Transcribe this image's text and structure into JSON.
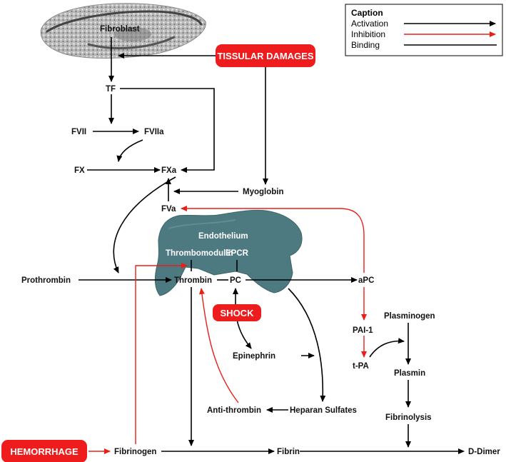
{
  "caption": {
    "title": "Caption",
    "activation": "Activation",
    "inhibition": "Inhibition",
    "binding": "Binding"
  },
  "pills": {
    "tissular_damages": "TISSULAR DAMAGES",
    "shock": "SHOCK",
    "hemorrhage": "HEMORRHAGE"
  },
  "nodes": {
    "fibroblast": "Fibroblast",
    "tf": "TF",
    "fvii": "FVII",
    "fviia": "FVIIa",
    "fx": "FX",
    "fxa": "FXa",
    "myoglobin": "Myoglobin",
    "fva": "FVa",
    "endothelium": "Endothelium",
    "thrombomodulin": "Thrombomodulin",
    "epcr": "EPCR",
    "prothrombin": "Prothrombin",
    "thrombin": "Thrombin",
    "pc": "PC",
    "apc": "aPC",
    "plasminogen": "Plasminogen",
    "pai1": "PAI-1",
    "tpa": "t-PA",
    "plasmin": "Plasmin",
    "epinephrin": "Epinephrin",
    "heparan_sulfates": "Heparan Sulfates",
    "anti_thrombin": "Anti-thrombin",
    "fibrinolysis": "Fibrinolysis",
    "fibrinogen": "Fibrinogen",
    "fibrin": "Fibrin",
    "d_dimer": "D-Dimer"
  },
  "colors": {
    "activation": "#000000",
    "inhibition": "#e8201a",
    "pill": "#ee1c1c",
    "endothelium": "#4d7a80",
    "fibroblast": "#9a9a9a"
  },
  "icons": {
    "fibroblast": "fibroblast-cell-image",
    "endothelium": "endothelium-tissue-image"
  }
}
